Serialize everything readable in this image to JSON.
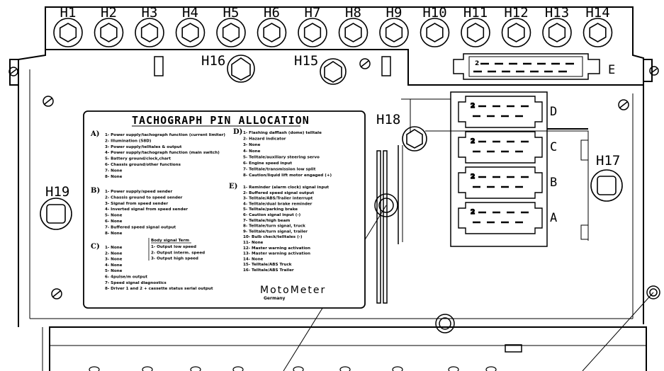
{
  "holes_top": [
    {
      "label": "H1"
    },
    {
      "label": "H2"
    },
    {
      "label": "H3"
    },
    {
      "label": "H4"
    },
    {
      "label": "H5"
    },
    {
      "label": "H6"
    },
    {
      "label": "H7"
    },
    {
      "label": "H8"
    },
    {
      "label": "H9"
    },
    {
      "label": "H10"
    },
    {
      "label": "H11"
    },
    {
      "label": "H12"
    },
    {
      "label": "H13"
    },
    {
      "label": "H14"
    }
  ],
  "holes_other": [
    {
      "label": "H16"
    },
    {
      "label": "H15"
    },
    {
      "label": "H18"
    },
    {
      "label": "H17"
    },
    {
      "label": "H19"
    }
  ],
  "connector_e": {
    "label": "E",
    "pin_marker": "2"
  },
  "connectors_side": [
    {
      "label": "D",
      "pin_marker": "2"
    },
    {
      "label": "C",
      "pin_marker": "2"
    },
    {
      "label": "B",
      "pin_marker": "2"
    },
    {
      "label": "A",
      "pin_marker": "2"
    }
  ],
  "pin_table": {
    "title": "TACHOGRAPH PIN ALLOCATION",
    "sections": [
      {
        "id": "A)",
        "lines": [
          "1- Power supply/tachograph function (current limiter)",
          "2- Illumination (58D)",
          "3- Power supply/telltales & output",
          "4- Power supply/tachograph function (main switch)",
          "5- Battery ground/clock,chart",
          "6- Chassis ground/other functions",
          "7- None",
          "8- None"
        ]
      },
      {
        "id": "B)",
        "lines": [
          "1- Power supply/speed sender",
          "2- Chassis ground to speed sender",
          "3- Signal from speed sender",
          "4- Inverted signal from speed sender",
          "5- None",
          "6- None",
          "7- Buffered speed signal output",
          "8- None"
        ]
      },
      {
        "id": "C)",
        "lines": [
          "1- None",
          "2- None",
          "3- None",
          "4- None",
          "5- None",
          "6- 4pulse/m output",
          "7- Speed signal diagnostics",
          "8- Driver 1 and 2 + cassette status serial output"
        ]
      },
      {
        "id": "D)",
        "lines": [
          "1- Flashing dafflash (dome) telltale",
          "2- Hazard indicator",
          "3- None",
          "4- None",
          "5- Telltale/auxiliary steering servo",
          "6- Engine speed input",
          "7- Telltale/transmission low split",
          "8- Caution/liquid lift motor engaged (+)"
        ]
      },
      {
        "id": "E)",
        "lines": [
          "1- Reminder (alarm clock) signal input",
          "2- Buffered speed signal output",
          "3- Telltale/ABS/Trailer interrupt",
          "4- Telltale/dual brake reminder",
          "5- Telltale/parking brake",
          "6- Caution signal input (-)",
          "7- Telltale/high beam",
          "8- Telltale/turn signal, truck",
          "9- Telltale/turn signal, trailer",
          "10- Bulb check/telltales (-)",
          "11- None",
          "12- Master warning activation",
          "13- Master warning activation",
          "14- None",
          "15- Telltale/ABS  Truck",
          "16- Telltale/ABS  Trailer"
        ]
      }
    ],
    "c_box": {
      "head": "Body signal Term",
      "lines": [
        "1- Output low speed",
        "2- Output interm. speed",
        "3- Output high speed"
      ]
    },
    "brand": "MotoMeter",
    "brand_sub": "Germany"
  }
}
